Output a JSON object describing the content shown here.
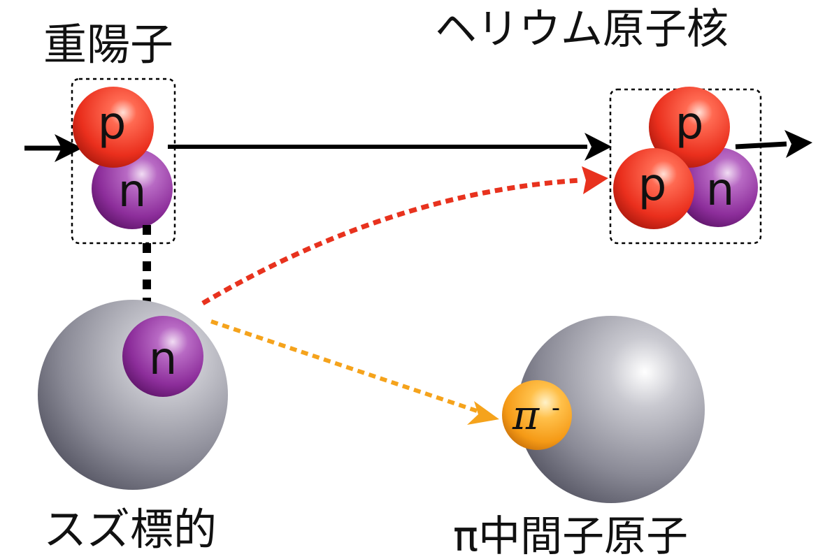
{
  "labels": {
    "deuteron": "重陽子",
    "helium_nucleus": "ヘリウム原子核",
    "tin_target": "スズ標的",
    "pionic_atom": "π中間子原子"
  },
  "particles": {
    "proton": "p",
    "neutron": "n",
    "pion_symbol": "π",
    "pion_charge": "-"
  },
  "colors": {
    "proton": "#e8321e",
    "neutron": "#8a2a9a",
    "pion": "#f59a16",
    "nucleus": "#7c7c88",
    "red_arrow": "#e8321e",
    "orange_arrow": "#f5a31c",
    "black": "#000000"
  }
}
